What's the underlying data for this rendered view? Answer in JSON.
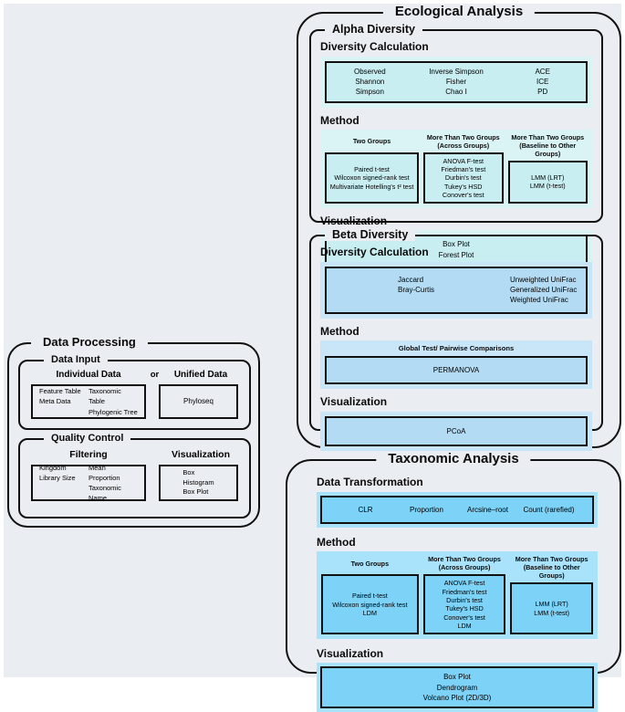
{
  "colors": {
    "page_bg": "#eaedf2",
    "line": "#111111",
    "alpha_band": "#daf4f6",
    "alpha_fill": "#c9eef1",
    "beta_band": "#c9e6f8",
    "beta_fill": "#b3dcf4",
    "taxo_band": "#a8e3fb",
    "taxo_fill": "#7dd2f7"
  },
  "ecological": {
    "title": "Ecological Analysis",
    "alpha": {
      "title": "Alpha Diversity",
      "diversity_calculation": {
        "heading": "Diversity Calculation",
        "columns": [
          [
            "Observed",
            "Shannon",
            "Simpson"
          ],
          [
            "Inverse Simpson",
            "Fisher",
            "Chao I"
          ],
          [
            "ACE",
            "ICE",
            "PD"
          ]
        ]
      },
      "method": {
        "heading": "Method",
        "groups": [
          {
            "header": [
              "Two Groups"
            ],
            "items": [
              "Paired t-test",
              "Wilcoxon signed-rank test",
              "Multivariate Hotelling's t² test"
            ]
          },
          {
            "header": [
              "More Than Two Groups",
              "(Across Groups)"
            ],
            "items": [
              "ANOVA F-test",
              "Friedman's test",
              "Durbin's test",
              "Tukey's HSD",
              "Conover's test"
            ]
          },
          {
            "header": [
              "More Than Two Groups",
              "(Baseline to Other Groups)"
            ],
            "items": [
              "LMM (LRT)",
              "LMM (t-test)"
            ]
          }
        ]
      },
      "visualization": {
        "heading": "Visualization",
        "items": [
          "Box Plot",
          "Forest Plot"
        ]
      }
    },
    "beta": {
      "title": "Beta Diversity",
      "diversity_calculation": {
        "heading": "Diversity Calculation",
        "columns": [
          [
            "Jaccard",
            "Bray-Curtis"
          ],
          [
            "Unweighted UniFrac",
            "Generalized UniFrac",
            "Weighted UniFrac"
          ]
        ]
      },
      "method": {
        "heading": "Method",
        "group_header": "Global Test/ Pairwise Comparisons",
        "items": [
          "PERMANOVA"
        ]
      },
      "visualization": {
        "heading": "Visualization",
        "items": [
          "PCoA"
        ]
      }
    }
  },
  "data_processing": {
    "title": "Data Processing",
    "data_input": {
      "title": "Data Input",
      "left_label": "Individual Data",
      "or_label": "or",
      "right_label": "Unified Data",
      "individual_columns": [
        [
          "Feature Table",
          "Meta Data"
        ],
        [
          "Taxonomic Table",
          "Phylogenic Tree"
        ]
      ],
      "unified_items": [
        "Phyloseq"
      ]
    },
    "quality_control": {
      "title": "Quality Control",
      "filtering_label": "Filtering",
      "visualization_label": "Visualization",
      "filtering_columns": [
        [
          "Kingdom",
          "Library Size"
        ],
        [
          "Mean  Proportion",
          "Taxonomic Name"
        ]
      ],
      "visualization_items": [
        "Box",
        "Histogram",
        "Box Plot"
      ]
    }
  },
  "taxonomic": {
    "title": "Taxonomic Analysis",
    "data_transformation": {
      "heading": "Data Transformation",
      "items": [
        "CLR",
        "Proportion",
        "Arcsine–root",
        "Count (rarefied)"
      ]
    },
    "method": {
      "heading": "Method",
      "groups": [
        {
          "header": [
            "Two Groups"
          ],
          "items": [
            "Paired t-test",
            "Wilcoxon signed-rank test",
            "LDM"
          ]
        },
        {
          "header": [
            "More Than Two Groups",
            "(Across Groups)"
          ],
          "items": [
            "ANOVA F-test",
            "Friedman's test",
            "Durbin's test",
            "Tukey's HSD",
            "Conover's test",
            "LDM"
          ]
        },
        {
          "header": [
            "More Than Two Groups",
            "(Baseline to Other Groups)"
          ],
          "items": [
            "LMM (LRT)",
            "LMM (t-test)"
          ]
        }
      ]
    },
    "visualization": {
      "heading": "Visualization",
      "items": [
        "Box Plot",
        "Dendrogram",
        "Volcano Plot (2D/3D)"
      ]
    }
  }
}
